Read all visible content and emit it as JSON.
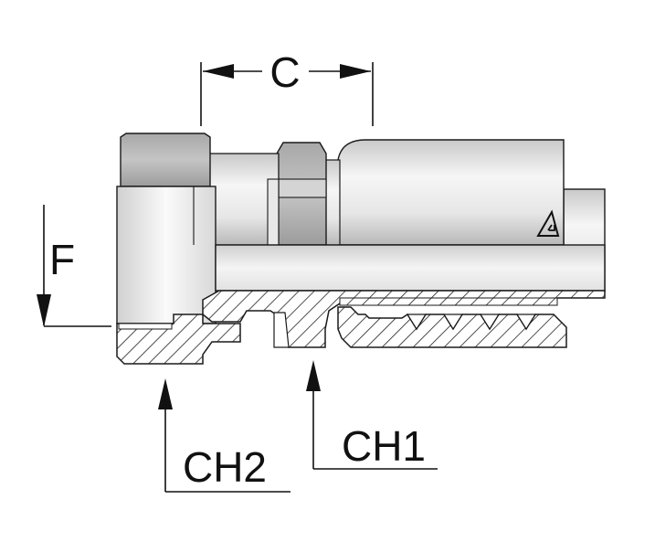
{
  "drawing": {
    "labels": {
      "c": "C",
      "f": "F",
      "ch1": "CH1",
      "ch2": "CH2"
    },
    "icons": {
      "logo": "triangle-logo-icon"
    },
    "colors": {
      "outline": "#1a1a1a",
      "hatch": "#222222",
      "steel_light": "#f2f2f2",
      "steel_mid": "#d6d6d6",
      "steel_dark": "#9a9a9a",
      "background": "#ffffff"
    }
  }
}
